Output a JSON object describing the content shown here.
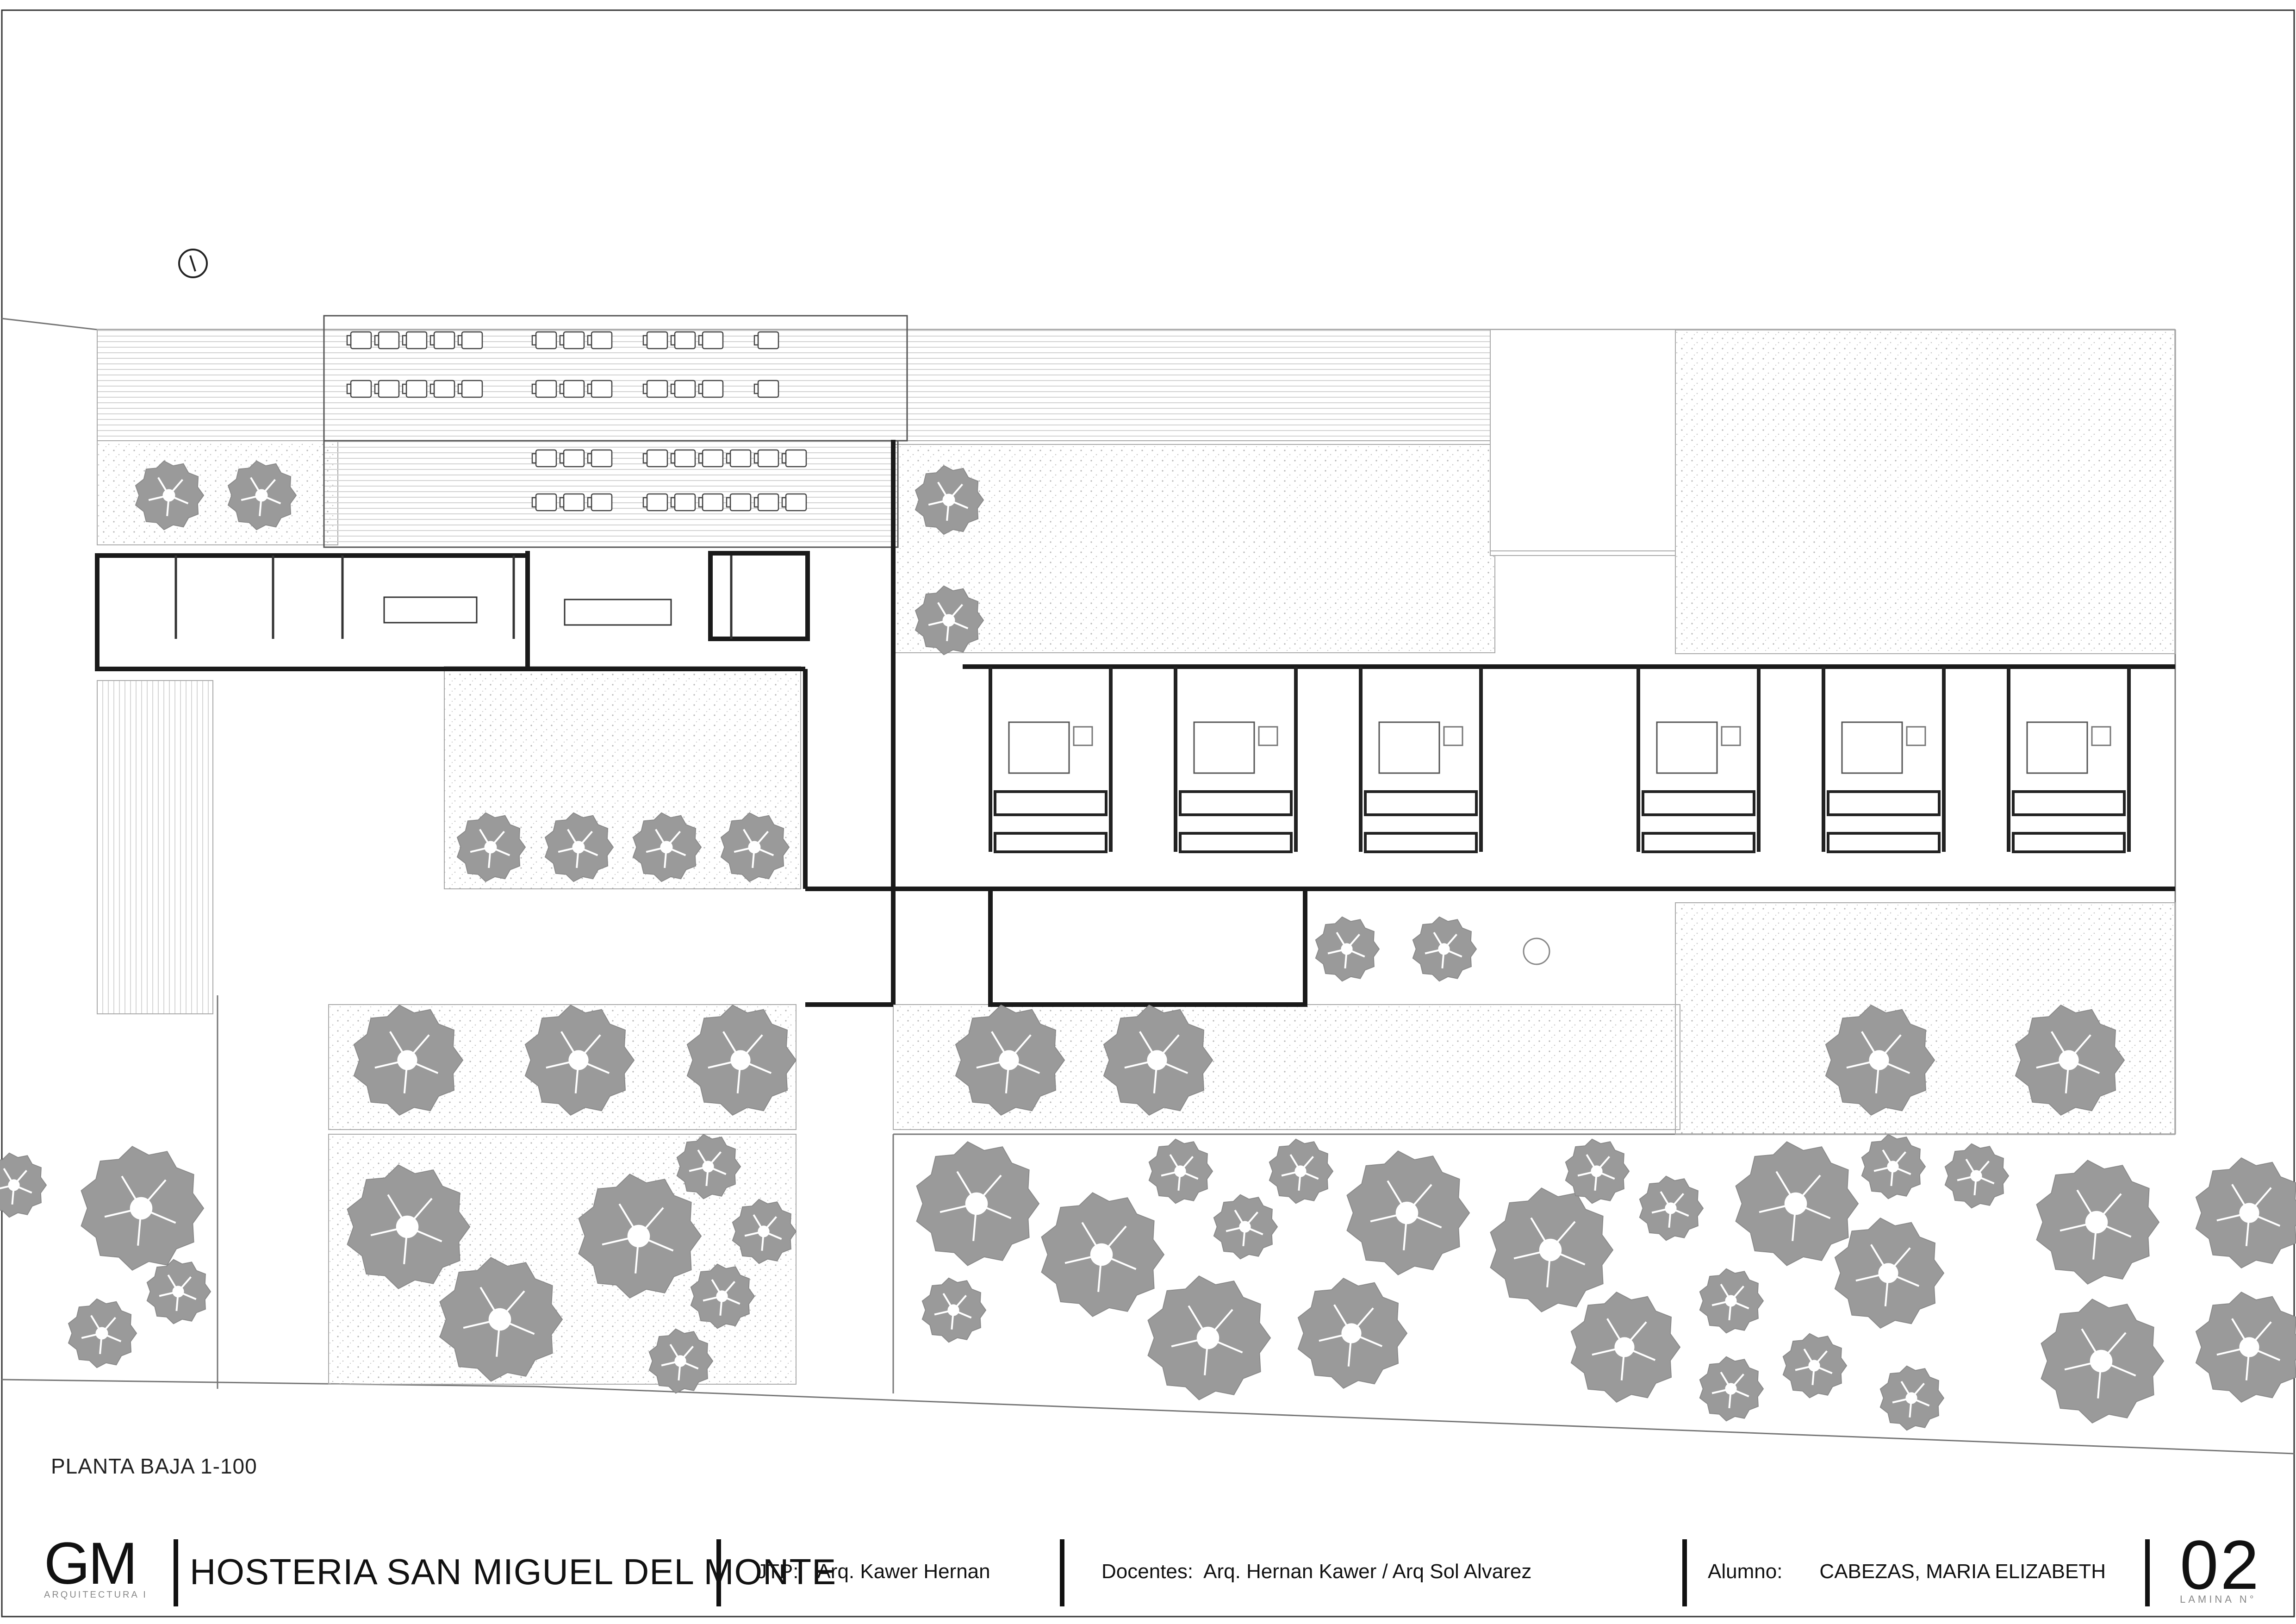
{
  "drawing": {
    "caption": "PLANTA BAJA 1-100"
  },
  "title_block": {
    "logo": "GM",
    "logo_subtitle": "ARQUITECTURA I",
    "project": "HOSTERIA SAN MIGUEL DEL MONTE",
    "jtp_label": "JTP:",
    "jtp_value": "Arq. Kawer Hernan",
    "docentes_label": "Docentes:",
    "docentes_value": "Arq. Hernan Kawer / Arq Sol Alvarez",
    "alumno_label": "Alumno:",
    "alumno_value": "CABEZAS, MARIA ELIZABETH",
    "sheet_number": "02",
    "sheet_label": "LAMINA N°"
  },
  "colors": {
    "tree_fill": "#9a9a9a",
    "line": "#222222",
    "hatch": "#bdbdbd",
    "paper": "#ffffff"
  }
}
